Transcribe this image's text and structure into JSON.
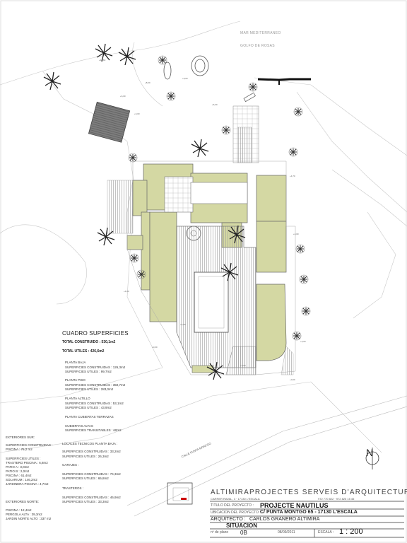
{
  "sea": {
    "line1": "MAR MEDITERRANEO",
    "line2": "GOLFO DE ROSAS"
  },
  "street": "CALLE PUNTA MONTGO",
  "north": "N",
  "surfaces": {
    "title": "CUADRO SUPERFICIES",
    "total_built": "TOTAL CONSTRUIDO : 530,1m2",
    "total_useful": "TOTAL UTILES : 426,6m2",
    "groups": [
      {
        "title": "PLANTA BAJA",
        "lines": [
          "SUPERFICIES CONSTRUIDAS : 126,3m2",
          "SUPERFICIES UTILES : 99,7m2"
        ]
      },
      {
        "title": "PLANTA PISO",
        "lines": [
          "SUPERFICIES CONSTRUIDAS : 350,7m2",
          "SUPERFICIES UTILES : 283,0m2"
        ]
      },
      {
        "title": "PLANTA ALTILLO",
        "lines": [
          "SUPERFICIES CONSTRUIDAS : 53,1m2",
          "SUPERFICIES UTILES : 43,9m2"
        ]
      },
      {
        "title": "PLANTA  CUBIERTAS TERRAZAS",
        "lines": []
      },
      {
        "title": "CUBIERTAS ALTAS",
        "lines": [
          "SUPERFICIES TRANSITABLES : 60m2"
        ]
      }
    ],
    "exterior_south": {
      "title": "EXTERIORES SUR:",
      "built_title": "SUPERFICIES CONSTRUIDAS :",
      "built": [
        "PISCINA : 75,2 m2"
      ],
      "useful_title": "SUPERFICIES UTILES :",
      "useful": [
        "TRASTERO PISCINA : 6,8m2",
        "PATIO A : 3,0m2",
        "PATIO B : 2,0m2",
        "PISCINA : 61,4m2",
        "SOLARIUM : 146,2m2",
        "JARDINERA PISCINA : 4,7m2"
      ]
    },
    "exterior_north": {
      "title": "EXTERIORES NORTE:",
      "lines": [
        "PISCINA : 12,4m2",
        "PERGOLA ALTA : 39,3m2",
        "JARDIN NORTE ALTO : 337 m2"
      ]
    },
    "technical": [
      {
        "title": "LOCALES TECNICOS PLANTA BAJA :",
        "lines": [
          "SUPERFICIES CONSTRUIDAS : 33,2m2",
          "SUPERFICIES UTILES : 26,3m2"
        ]
      },
      {
        "title": "GARAJES :",
        "lines": [
          "SUPERFICIES CONSTRUIDAS : 74,3m2",
          "SUPERFICIES UTILES : 65,8m2"
        ]
      },
      {
        "title": "TRASTEROS :",
        "lines": [
          "SUPERFICIES CONSTRUIDAS : 46,9m2",
          "SUPERFICIES UTILES : 33,3m2"
        ]
      }
    ]
  },
  "titleblock": {
    "firm": "ALTIMIRAPROJECTES SERVEIS D'ARQUITECTURA",
    "firm_sub": "CARRER RAVAL, 3 · 17130 L'ESCALA",
    "phone": "972 770 822 · 972 825 15 45",
    "project_label": "TITULO DEL PROYECTO :",
    "project": "PROJECTE NAUTILUS",
    "location_label": "UBICACION DEL PROYECTO :",
    "location": "C/  PUNTA MONTGO 65 - 17130  L'ESCALA",
    "architect_label": "ARQUITECTO :",
    "architect": "CARLOS GRANERO ALTIMIRA",
    "sheet_title": "SITUACION",
    "plan_no_label": "nº de plano",
    "plan_no": "0B",
    "date": "08/09/2011",
    "scale_label": "ESCALA :",
    "scale": "1 : 200"
  }
}
